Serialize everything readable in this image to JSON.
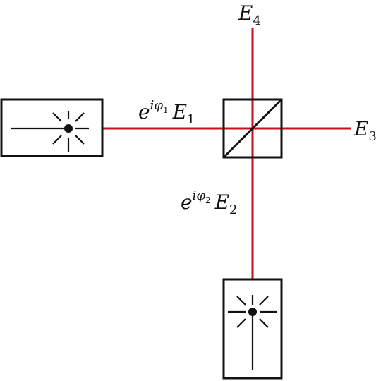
{
  "colors": {
    "beam": "#c4121a",
    "ink": "#111111",
    "background": "#ffffff"
  },
  "labels": {
    "e4": {
      "base": "E",
      "sub": "4"
    },
    "e3": {
      "base": "E",
      "sub": "3"
    },
    "e1_beam": {
      "phase_base": "e",
      "phase_exp": "iφ",
      "phase_exp_sub": "1",
      "field_base": "E",
      "field_sub": "1"
    },
    "e2_beam": {
      "phase_base": "e",
      "phase_exp": "iφ",
      "phase_exp_sub": "2",
      "field_base": "E",
      "field_sub": "2"
    }
  },
  "icons": {
    "laser_left": "laser-source-icon",
    "laser_bottom": "laser-source-icon",
    "beam_splitter": "beam-splitter-icon"
  }
}
